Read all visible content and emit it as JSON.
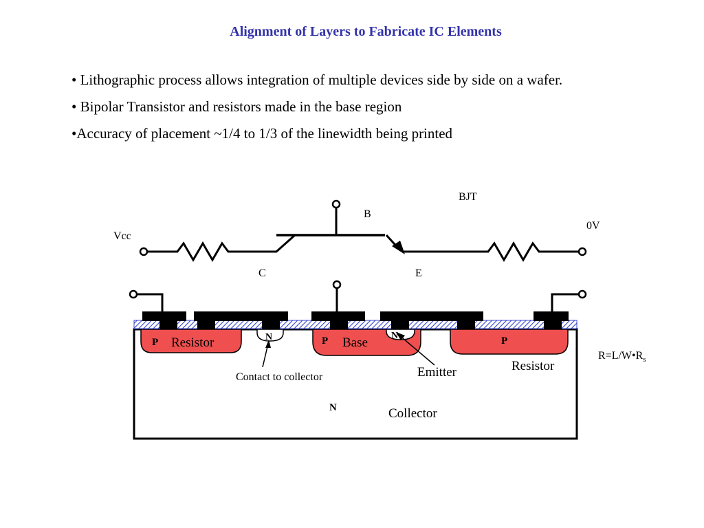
{
  "slide": {
    "title": "Alignment of Layers to Fabricate IC Elements",
    "bullets": [
      "• Lithographic process allows integration of multiple devices side by side on a wafer.",
      "• Bipolar Transistor and resistors made in the base region",
      "•Accuracy of placement ~1/4 to 1/3 of the linewidth being printed"
    ]
  },
  "circuit": {
    "bjt_label": "BJT",
    "base_label": "B",
    "vcc_label": "Vcc",
    "zero_v_label": "0V",
    "collector_label": "C",
    "emitter_label": "E"
  },
  "cross_section": {
    "p_left": "P",
    "resistor_left": "Resistor",
    "n_contact": "N",
    "p_base": "P",
    "base": "Base",
    "n_emitter": "N",
    "p_right": "P",
    "resistor_right": "Resistor",
    "emitter": "Emitter",
    "contact_to_collector": "Contact to collector",
    "n_substrate": "N",
    "collector": "Collector",
    "formula_main": "R=L/W•R",
    "formula_sub": "s"
  },
  "colors": {
    "title": "#3333aa",
    "p_region": "#ef4f4f",
    "oxide_hatch": "#3344cc",
    "metal": "#000000"
  }
}
